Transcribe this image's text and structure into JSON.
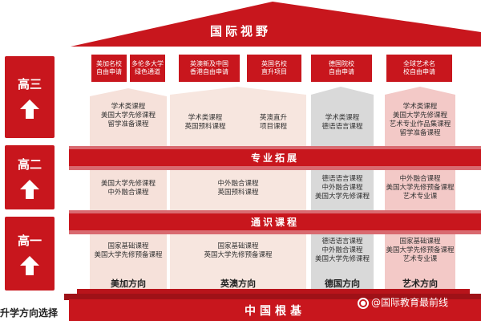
{
  "roof": {
    "title": "国际视野"
  },
  "grades": [
    {
      "label": "高三"
    },
    {
      "label": "高二"
    },
    {
      "label": "高一"
    }
  ],
  "programs": [
    {
      "lines": [
        "美加名校",
        "自由申请"
      ]
    },
    {
      "lines": [
        "多伦多大学",
        "绿色通道"
      ]
    },
    {
      "lines": [
        "英澳新及中国",
        "香港自由申请"
      ]
    },
    {
      "lines": [
        "英国名校",
        "直升项目"
      ]
    },
    {
      "lines": [
        "德国院校",
        "自由申请"
      ]
    },
    {
      "lines": [
        "全球艺术名",
        "校自由申请"
      ]
    }
  ],
  "bands": {
    "specialty": "专业拓展",
    "general": "通识课程"
  },
  "columns": [
    {
      "direction": "美加方向",
      "senior3": [
        "学术类课程",
        "美国大学先修课程",
        "留学准备课程"
      ],
      "senior2": [
        "美国大学先修课程",
        "中外融合课程"
      ],
      "senior1": [
        "国家基础课程",
        "美国大学先修预备课程"
      ]
    },
    {
      "direction": "英澳方向",
      "senior3_left": [
        "学术类课程",
        "英国预科课程"
      ],
      "senior3_right": [
        "英澳直升",
        "项目课程"
      ],
      "senior2": [
        "中外融合课程",
        "英国预科课程"
      ],
      "senior1": [
        "国家基础课程",
        "英国大学先修预备课程"
      ]
    },
    {
      "direction": "德国方向",
      "senior3": [
        "学术类课程",
        "德语语言课程"
      ],
      "senior2": [
        "德语语言课程",
        "中外融合课程",
        "美国大学先修课程"
      ],
      "senior1": [
        "德语语言课程",
        "中外融合课程",
        "美国大学先修课程"
      ]
    },
    {
      "direction": "艺术方向",
      "senior3": [
        "学术类课程",
        "美国大学先修课程",
        "艺术专业作品集课程",
        "留学准备课程"
      ],
      "senior2": [
        "中外融合课程",
        "美国大学先修预备课程",
        "艺术专业课"
      ],
      "senior1": [
        "国家基础课程",
        "美国大学先修预备课程",
        "艺术专业课"
      ]
    }
  ],
  "base": {
    "title": "中国根基"
  },
  "footer": {
    "left_label": "升学方向选择"
  },
  "watermark": {
    "icon": "weibo-icon",
    "text": "@国际教育最前线"
  },
  "colors": {
    "primary_red": "#c8161d",
    "dark_red": "#9e1117",
    "pink_band": "#d96a70",
    "gray_col": "#d9d9d9"
  }
}
